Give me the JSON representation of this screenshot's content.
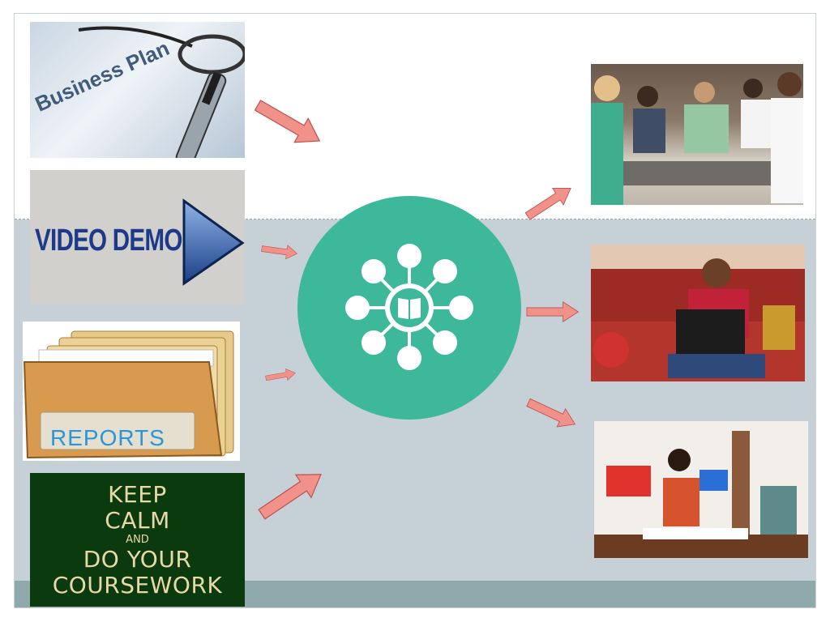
{
  "left_tiles": {
    "business_plan": {
      "text": "Business Plan"
    },
    "video_demo": {
      "text": "VIDEO DEMO"
    },
    "reports": {
      "text": "REPORTS"
    },
    "keep_calm": {
      "line1": "KEEP",
      "line2": "CALM",
      "line3": "AND",
      "line4": "DO YOUR",
      "line5": "COURSEWORK"
    }
  },
  "hub": {
    "icon": "open-book-network-icon",
    "color": "#3db89a"
  },
  "right_photos": [
    {
      "icon": "group-study-photo"
    },
    {
      "icon": "woman-laptop-sofa-photo"
    },
    {
      "icon": "woman-desk-studio-photo"
    }
  ],
  "colors": {
    "arrow": "#f0928a",
    "band": "#c5d1d6",
    "bottom_bar": "#8fa9ac",
    "keep_calm_bg": "#0c3a0f"
  }
}
